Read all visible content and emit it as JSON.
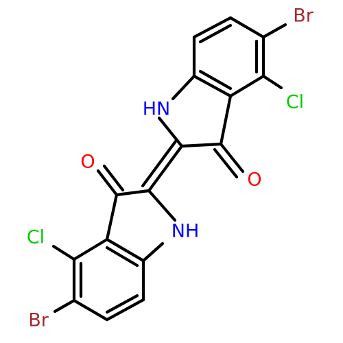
{
  "molecule": {
    "colors": {
      "bond": "#000000",
      "oxygen": "#ff0000",
      "nitrogen": "#0000ff",
      "chlorine": "#00cc00",
      "bromine": "#a52a2a",
      "background": "#ffffff"
    },
    "atom_labels": {
      "br_top": "Br",
      "cl_top": "Cl",
      "nh_top": "HN",
      "o_top": "O",
      "o_bottom": "O",
      "nh_bottom": "NH",
      "cl_bottom": "Cl",
      "br_bottom": "Br"
    }
  }
}
